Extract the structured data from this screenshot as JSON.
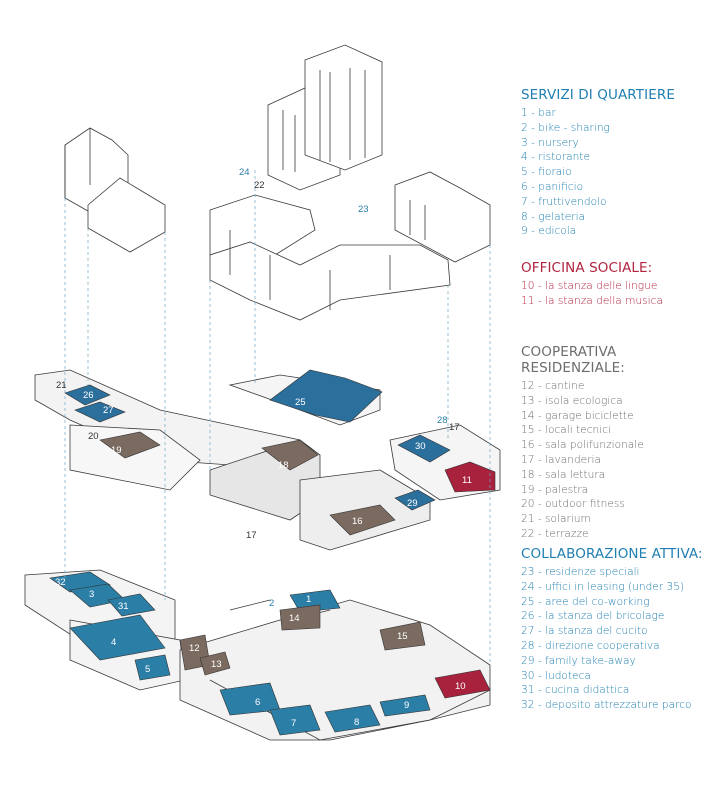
{
  "legend": {
    "sections": [
      {
        "title": "SERVIZI DI QUARTIERE",
        "color": "#1f7fb2",
        "items": [
          "1 - bar",
          "2 - bike - sharing",
          "3 - nursery",
          "4 - ristorante",
          "5 - fioraio",
          "6 - panificio",
          "7 - fruttivendolo",
          "8 - gelateria",
          "9 - edicola"
        ]
      },
      {
        "title": "OFFICINA SOCIALE:",
        "color": "#b0243f",
        "items": [
          "10 - la stanza delle lingue",
          "11 - la stanza della musica"
        ]
      },
      {
        "title": "COOPERATIVA RESIDENZIALE:",
        "color": "#6d6d6d",
        "items": [
          "12 - cantine",
          "13 - isola ecologica",
          "14 - garage biciclette",
          "15 - locali tecnici",
          "16 - sala polifunzionale",
          "17 - lavanderia",
          "18 - sala lettura",
          "19 - palestra",
          "20 - outdoor fitness",
          "21 - solarium",
          "22 - terrazze"
        ]
      },
      {
        "title": "COLLABORAZIONE ATTIVA:",
        "color": "#1f7fb2",
        "items": [
          "23 - residenze speciali",
          "24 - uffici in leasing (under 35)",
          "25 - aree del co-working",
          "26 - la stanza del bricolage",
          "27 - la stanza del cucito",
          "28 - direzione cooperativa",
          "29 - family take-away",
          "30 - ludoteca",
          "31 - cucina didattica",
          "32 - deposito attrezzature parco"
        ]
      }
    ]
  },
  "labels": {
    "n1": "1",
    "n2": "2",
    "n3": "3",
    "n4": "4",
    "n5": "5",
    "n6": "6",
    "n7": "7",
    "n8": "8",
    "n9": "9",
    "n10": "10",
    "n11": "11",
    "n12": "12",
    "n13": "13",
    "n14": "14",
    "n15": "15",
    "n16": "16",
    "n17a": "17",
    "n17b": "17",
    "n18": "18",
    "n19": "19",
    "n20": "20",
    "n21": "21",
    "n22": "22",
    "n23": "23",
    "n24": "24",
    "n25": "25",
    "n26": "26",
    "n27": "27",
    "n28": "28",
    "n29": "29",
    "n30": "30",
    "n31": "31",
    "n32": "32"
  },
  "colors": {
    "blue": "#2b7ea6",
    "red": "#a8213d",
    "brown": "#7a6a60",
    "grey": "#9a9a9a",
    "line": "#3a3a3a",
    "dash": "#6fa8c8"
  }
}
